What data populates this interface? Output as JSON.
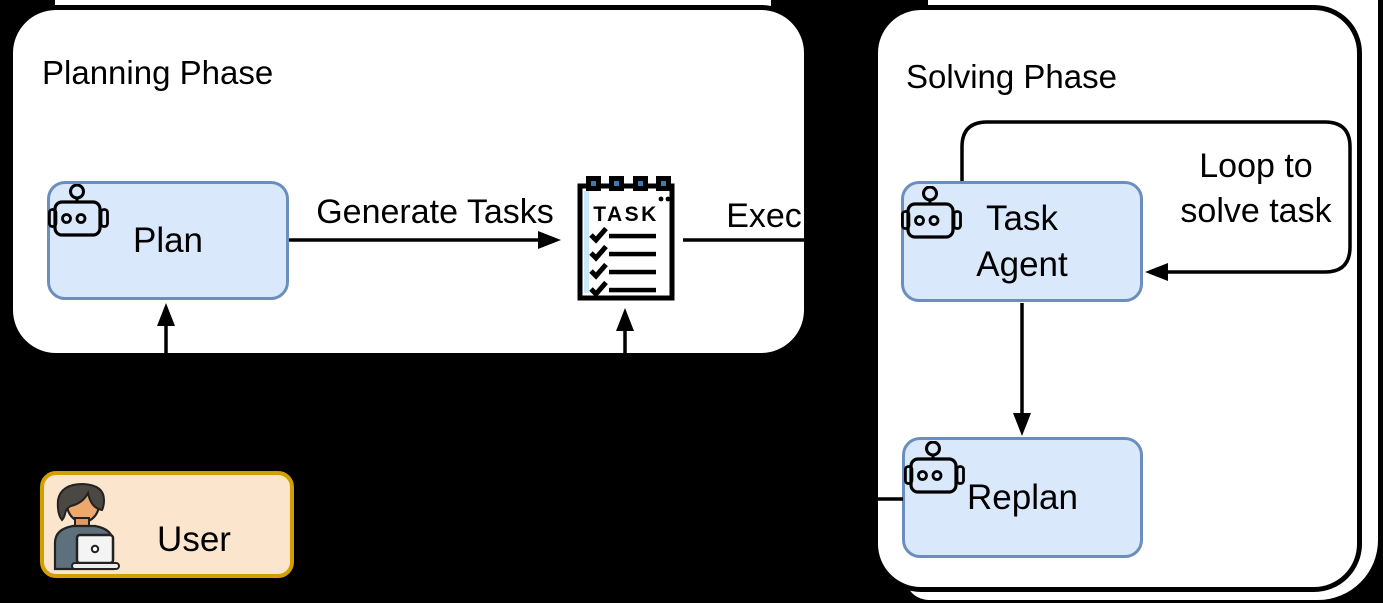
{
  "colors": {
    "background": "#000000",
    "phase_fill": "#ffffff",
    "phase_border": "#000000",
    "node_fill": "#dae8fc",
    "node_border": "#6c8ebf",
    "user_fill": "#fce5cd",
    "user_border": "#d39e00",
    "ink": "#000000",
    "task_icon_clip_blue": "#3c7ab0",
    "task_icon_strip_blue": "#c9e9fa"
  },
  "planning_phase": {
    "title": "Planning Phase",
    "plan_node_label": "Plan",
    "generate_tasks_label": "Generate Tasks",
    "exec_label": "Exec",
    "task_list_icon": {
      "header_text": "TASK",
      "checklist_rows": 4
    }
  },
  "solving_phase": {
    "title": "Solving Phase",
    "task_agent_label_line1": "Task",
    "task_agent_label_line2": "Agent",
    "loop_annotation_line1": "Loop to",
    "loop_annotation_line2": "solve task",
    "replan_node_label": "Replan"
  },
  "user_node": {
    "label": "User"
  }
}
